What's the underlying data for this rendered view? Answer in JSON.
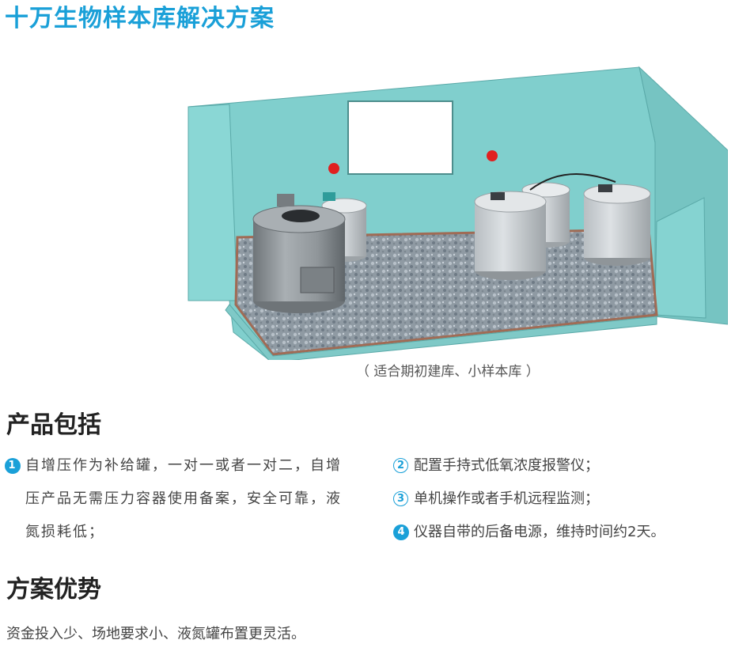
{
  "title": "十万生物样本库解决方案",
  "caption": "（ 适合期初建库、小样本库 ）",
  "products": {
    "heading": "产品包括",
    "items": [
      {
        "num": "1",
        "text": "自增压作为补给罐，一对一或者一对二，自增压产品无需压力容器使用备案，安全可靠，液氮损耗低；"
      },
      {
        "num": "2",
        "text": "配置手持式低氧浓度报警仪；"
      },
      {
        "num": "3",
        "text": "单机操作或者手机远程监测；"
      },
      {
        "num": "4",
        "text": "仪器自带的后备电源，维持时间约2天。"
      }
    ]
  },
  "advantages": {
    "heading": "方案优势",
    "text": "资金投入少、场地要求小、液氮罐布置更灵活。"
  },
  "colors": {
    "accent": "#1aa0d8",
    "wall": "#7fcdcd",
    "tank": "#8e9499"
  }
}
